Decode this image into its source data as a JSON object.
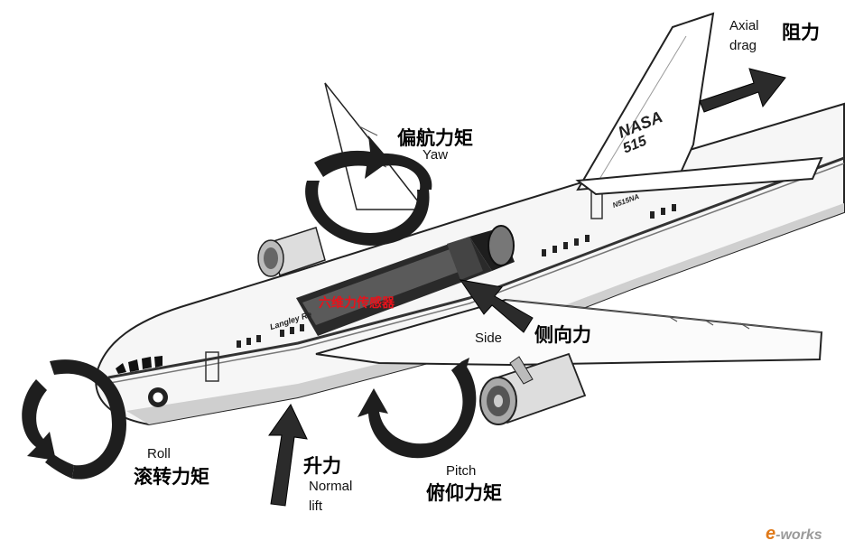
{
  "labels": {
    "drag_en_1": "Axial",
    "drag_en_2": "drag",
    "drag_cn": "阻力",
    "yaw_cn": "偏航力矩",
    "yaw_en": "Yaw",
    "sensor_cn": "六维力传感器",
    "side_en": "Side",
    "side_cn": "侧向力",
    "roll_en": "Roll",
    "roll_cn": "滚转力矩",
    "lift_cn": "升力",
    "lift_en_1": "Normal",
    "lift_en_2": "lift",
    "pitch_en": "Pitch",
    "pitch_cn": "俯仰力矩"
  },
  "aircraft": {
    "tail_text": "NASA",
    "tail_number": "515",
    "fuselage_text": "Langley Re",
    "registration": "N515NA"
  },
  "watermark": {
    "e": "e",
    "rest": "-works"
  },
  "colors": {
    "sensor_text": "#e8121b",
    "arrow_fill": "#2b2b2b",
    "watermark_e": "#e07a1a",
    "watermark_rest": "#9a9a9a"
  }
}
